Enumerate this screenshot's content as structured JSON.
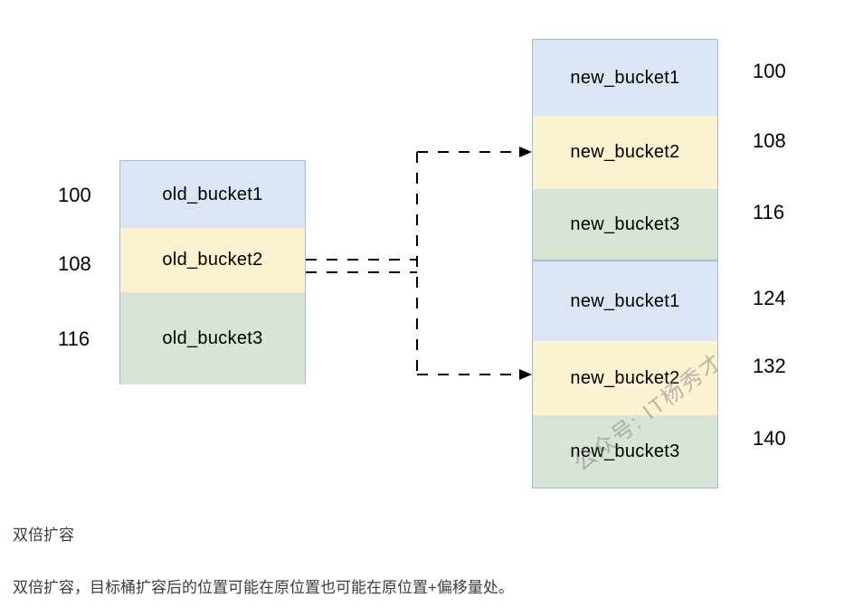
{
  "colors": {
    "blue": "#dbe5f4",
    "yellow": "#fcf2d2",
    "green": "#d8e4d6",
    "box_border": "#a3bbd6",
    "arrow": "#000000",
    "watermark_text": "#828282"
  },
  "diagram": {
    "old_stack": {
      "cells": [
        {
          "label": "old_bucket1",
          "address": "100",
          "fill": "blue"
        },
        {
          "label": "old_bucket2",
          "address": "108",
          "fill": "yellow"
        },
        {
          "label": "old_bucket3",
          "address": "116",
          "fill": "green"
        }
      ]
    },
    "new_stack": {
      "groups": [
        {
          "cells": [
            {
              "label": "new_bucket1",
              "address": "100",
              "fill": "blue"
            },
            {
              "label": "new_bucket2",
              "address": "108",
              "fill": "yellow"
            },
            {
              "label": "new_bucket3",
              "address": "116",
              "fill": "green"
            }
          ]
        },
        {
          "cells": [
            {
              "label": "new_bucket1",
              "address": "124",
              "fill": "blue"
            },
            {
              "label": "new_bucket2",
              "address": "132",
              "fill": "yellow"
            },
            {
              "label": "new_bucket3",
              "address": "140",
              "fill": "green"
            }
          ]
        }
      ]
    },
    "watermark": "公众号: IT杨秀才"
  },
  "caption": {
    "title": "双倍扩容",
    "description": "双倍扩容，目标桶扩容后的位置可能在原位置也可能在原位置+偏移量处。"
  }
}
